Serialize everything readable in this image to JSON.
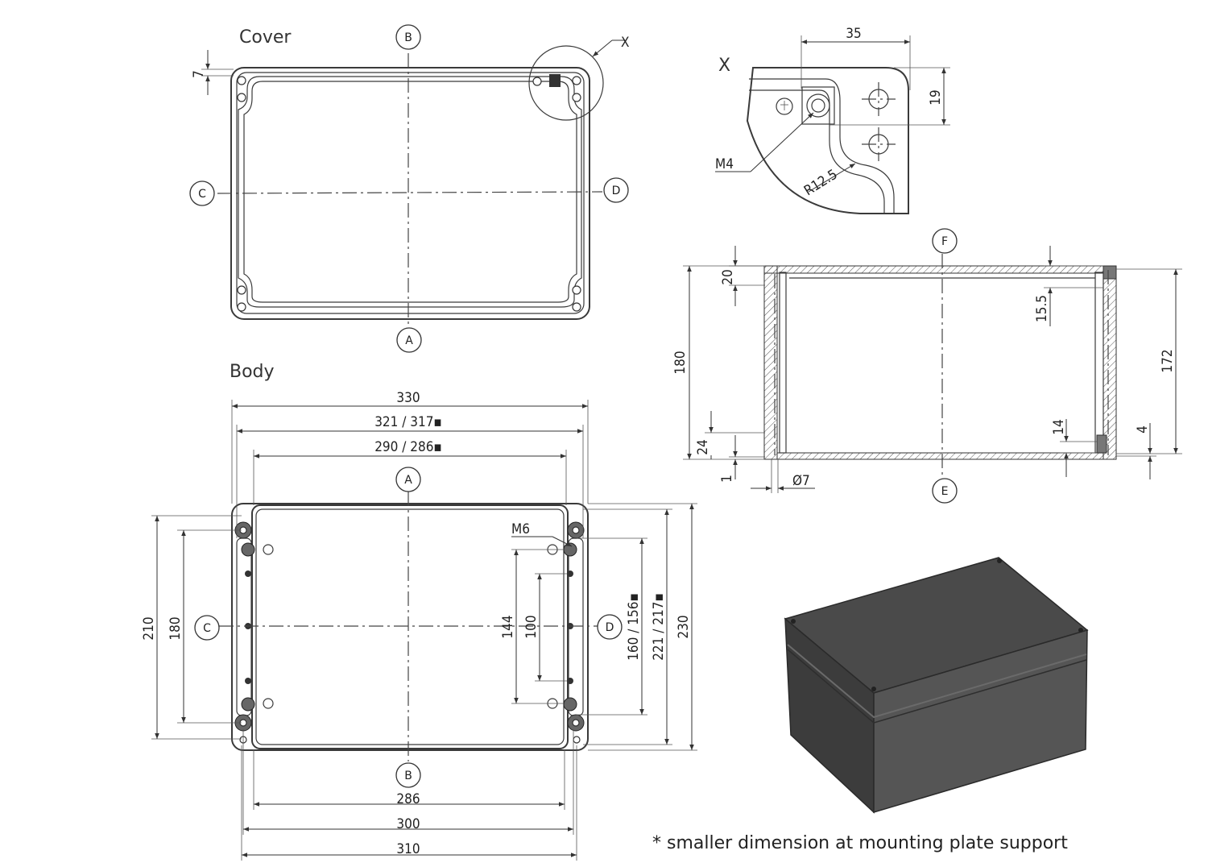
{
  "titles": {
    "cover": "Cover",
    "body": "Body",
    "detail": "X"
  },
  "section_labels": {
    "A": "A",
    "B": "B",
    "C": "C",
    "D": "D",
    "E": "E",
    "F": "F"
  },
  "dimensions": {
    "cover_flange": "7",
    "detail_width": "35",
    "detail_height": "19",
    "detail_thread": "M4",
    "detail_radius": "R12.5",
    "side_lid": "20",
    "side_lid_inner": "15.5",
    "side_total": "180",
    "side_inner": "172",
    "side_foot": "24",
    "side_base": "1",
    "side_hole": "Ø7",
    "side_right_foot": "14",
    "side_right_base": "4",
    "body_width_total": "330",
    "body_width_flange": "321 / 317▪",
    "body_width_inner": "290 / 286▪",
    "body_width_b1": "286",
    "body_width_b2": "300",
    "body_width_b3": "310",
    "body_thread": "M6",
    "body_h_210": "210",
    "body_h_180": "180",
    "body_h_144": "144",
    "body_h_100": "100",
    "body_h_160": "160 / 156▪",
    "body_h_221": "221 / 217▪",
    "body_h_230": "230"
  },
  "footnote": "* smaller dimension at mounting plate support",
  "colors": {
    "line": "#3a3a3a",
    "box_top": "#4a4a4a",
    "box_front": "#555555",
    "box_side": "#3c3c3c"
  }
}
